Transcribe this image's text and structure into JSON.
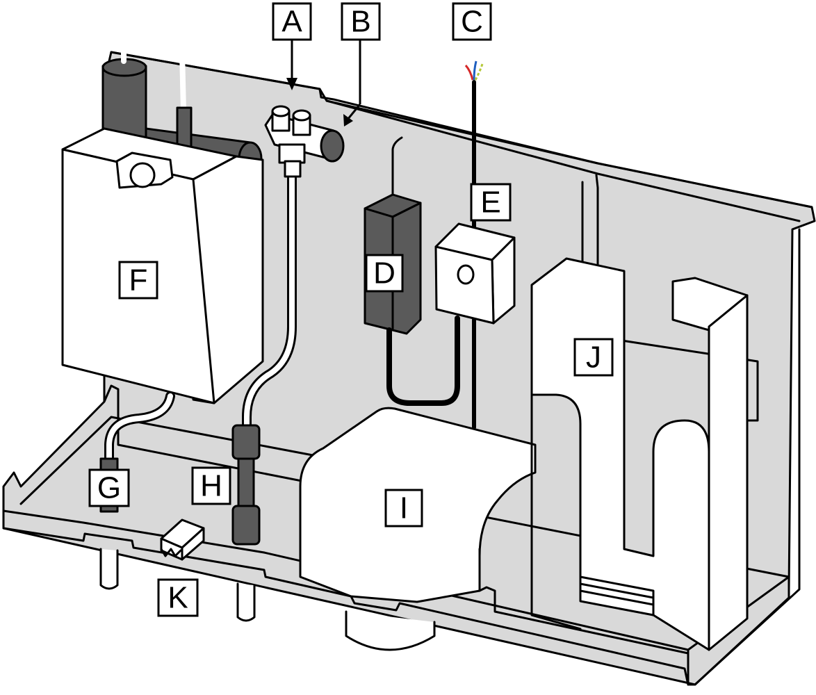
{
  "labels": {
    "A": "A",
    "B": "B",
    "C": "C",
    "D": "D",
    "E": "E",
    "F": "F",
    "G": "G",
    "H": "H",
    "I": "I",
    "J": "J",
    "K": "K"
  },
  "colors": {
    "housing": "#d9d9d9",
    "component_dark": "#5a5a5a",
    "component_light": "#ffffff",
    "outline": "#000000",
    "wire_red": "#d62828",
    "wire_blue": "#1f5fbf",
    "wire_green_yellow": "#b5c93a"
  }
}
